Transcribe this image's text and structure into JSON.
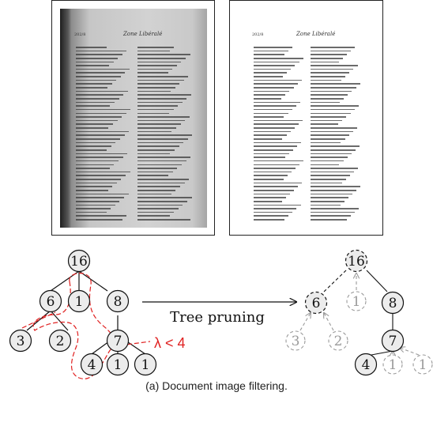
{
  "caption": "(a) Document image filtering.",
  "arrow_label": "Tree pruning",
  "threshold_label": "λ < 4",
  "scan": {
    "title": "Zone Libéralé",
    "page_number": "202/8"
  },
  "clean": {
    "title": "Zone Libéralé",
    "page_number": "202/8"
  },
  "tree_before": {
    "nodes": [
      {
        "id": "n16",
        "value": "16"
      },
      {
        "id": "n6",
        "value": "6"
      },
      {
        "id": "n1a",
        "value": "1"
      },
      {
        "id": "n8",
        "value": "8"
      },
      {
        "id": "n3",
        "value": "3"
      },
      {
        "id": "n2",
        "value": "2"
      },
      {
        "id": "n7",
        "value": "7"
      },
      {
        "id": "n4",
        "value": "4"
      },
      {
        "id": "n1b",
        "value": "1"
      },
      {
        "id": "n1c",
        "value": "1"
      }
    ]
  },
  "tree_after": {
    "nodes": [
      {
        "id": "m16",
        "value": "16"
      },
      {
        "id": "m6",
        "value": "6"
      },
      {
        "id": "m1a",
        "value": "1"
      },
      {
        "id": "m8",
        "value": "8"
      },
      {
        "id": "m3",
        "value": "3"
      },
      {
        "id": "m2",
        "value": "2"
      },
      {
        "id": "m7",
        "value": "7"
      },
      {
        "id": "m4",
        "value": "4"
      },
      {
        "id": "m1b",
        "value": "1"
      },
      {
        "id": "m1c",
        "value": "1"
      }
    ]
  },
  "colors": {
    "node_fill": "#ececec",
    "pruned": "#9a9a9a",
    "highlight": "#e02020",
    "ink": "#111111"
  }
}
